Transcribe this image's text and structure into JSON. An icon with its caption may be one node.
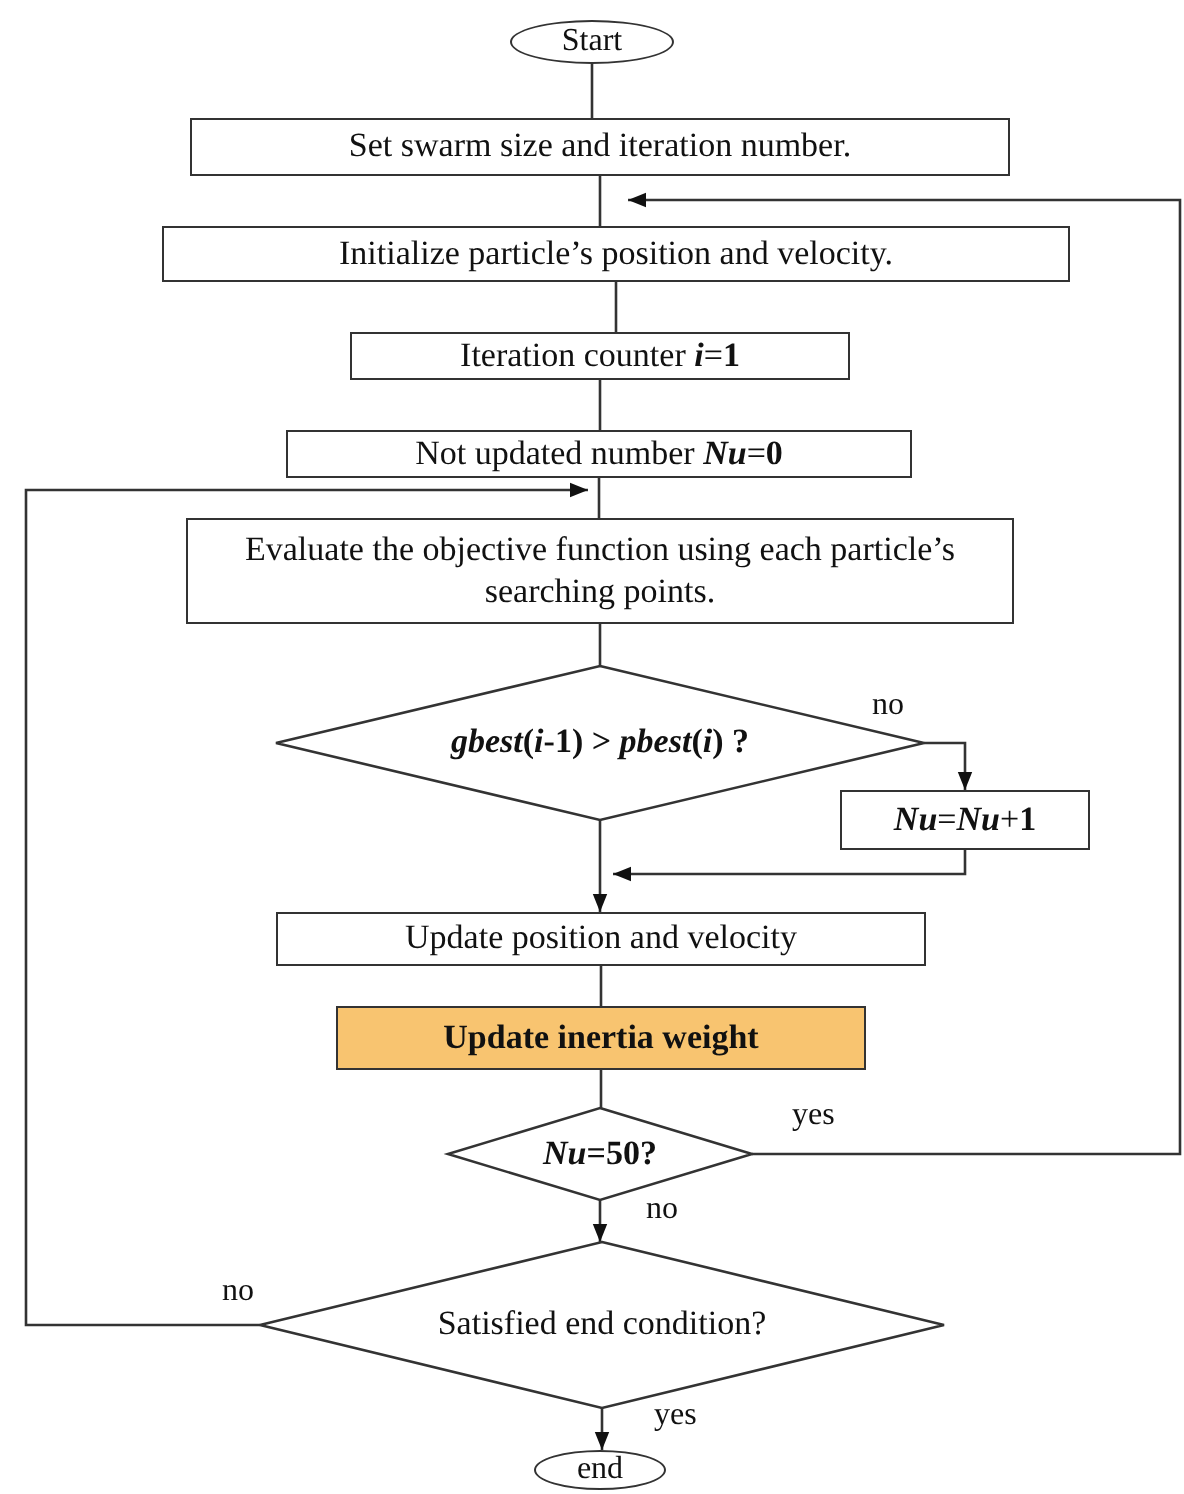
{
  "diagram": {
    "nodes": [
      {
        "text": [
          "Start"
        ]
      },
      {
        "text": [
          "Set swarm size and iteration number."
        ]
      },
      {
        "text": [
          "Initialize particle’s position and velocity."
        ]
      },
      {
        "text": [
          "Iteration counter *i*=**1**"
        ]
      },
      {
        "text": [
          "Not updated number *Nu*=**0**"
        ]
      },
      {
        "text": [
          "Evaluate the objective function using each particle’s searching points."
        ]
      },
      {
        "text": [
          "*gbest*(*i*-1) > *pbest*(*i*) ?"
        ]
      },
      {
        "text": [
          "*Nu*=*Nu*+**1**"
        ]
      },
      {
        "text": [
          "Update position and velocity"
        ]
      },
      {
        "text": [
          "Update inertia weight"
        ]
      },
      {
        "text": [
          "*Nu*=50?"
        ]
      },
      {
        "text": [
          "Satisfied end condition?"
        ]
      },
      {
        "text": [
          "end"
        ]
      }
    ],
    "edges": [
      {
        "from": 0,
        "to": 1,
        "arrow": "none"
      },
      {
        "from": 1,
        "to": 2,
        "arrow": "none"
      },
      {
        "from": 2,
        "to": 3,
        "arrow": "none"
      },
      {
        "from": 3,
        "to": 4,
        "arrow": "none"
      },
      {
        "from": 4,
        "to": 5,
        "arrow": "none"
      },
      {
        "from": 5,
        "to": 6,
        "arrow": "none"
      },
      {
        "from": 6,
        "to": 7,
        "arrow": "to",
        "label": "no"
      },
      {
        "from": 6,
        "to": 8,
        "arrow": "to"
      },
      {
        "from": 7,
        "to": 8,
        "arrow": "to"
      },
      {
        "from": 8,
        "to": 9,
        "arrow": "none"
      },
      {
        "from": 9,
        "to": 10,
        "arrow": "none"
      },
      {
        "from": 10,
        "to": 11,
        "arrow": "to",
        "label": "no"
      },
      {
        "from": 10,
        "to": 2,
        "arrow": "to",
        "label": "yes"
      },
      {
        "from": 11,
        "to": 5,
        "arrow": "to",
        "label": "no"
      },
      {
        "from": 11,
        "to": 12,
        "arrow": "to",
        "label": "yes"
      }
    ]
  }
}
